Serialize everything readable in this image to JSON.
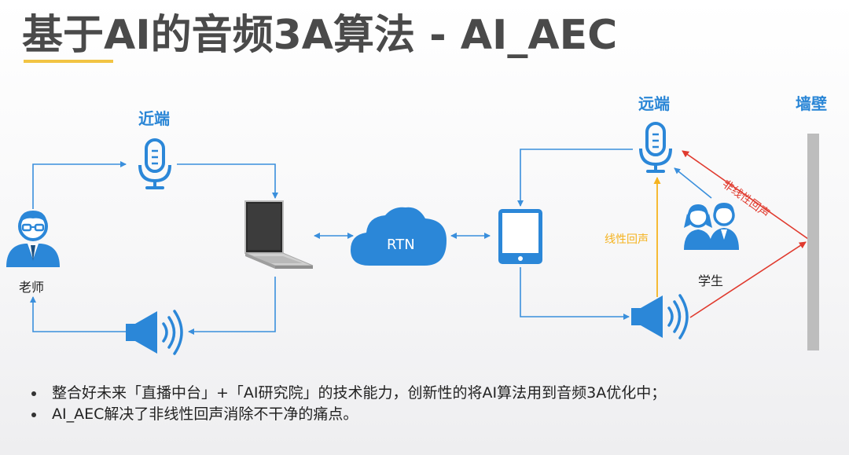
{
  "slide": {
    "title": "基于AI的音频3A算法 - AI_AEC"
  },
  "diagram": {
    "near_end_label": "近端",
    "far_end_label": "远端",
    "wall_label": "墙壁",
    "teacher_label": "老师",
    "student_label": "学生",
    "rtn_label": "RTN",
    "linear_echo_label": "线性回声",
    "nonlinear_echo_label": "非线性回声"
  },
  "colors": {
    "accent_yellow": "#f2c443",
    "line_blue": "#3a8fdc",
    "echo_red": "#e03a2e",
    "echo_yellow": "#f5b31f",
    "label_blue": "#2a86d6"
  },
  "bullets": [
    "整合好未来「直播中台」+「AI研究院」的技术能力，创新性的将AI算法用到音频3A优化中；",
    "AI_AEC解决了非线性回声消除不干净的痛点。"
  ]
}
